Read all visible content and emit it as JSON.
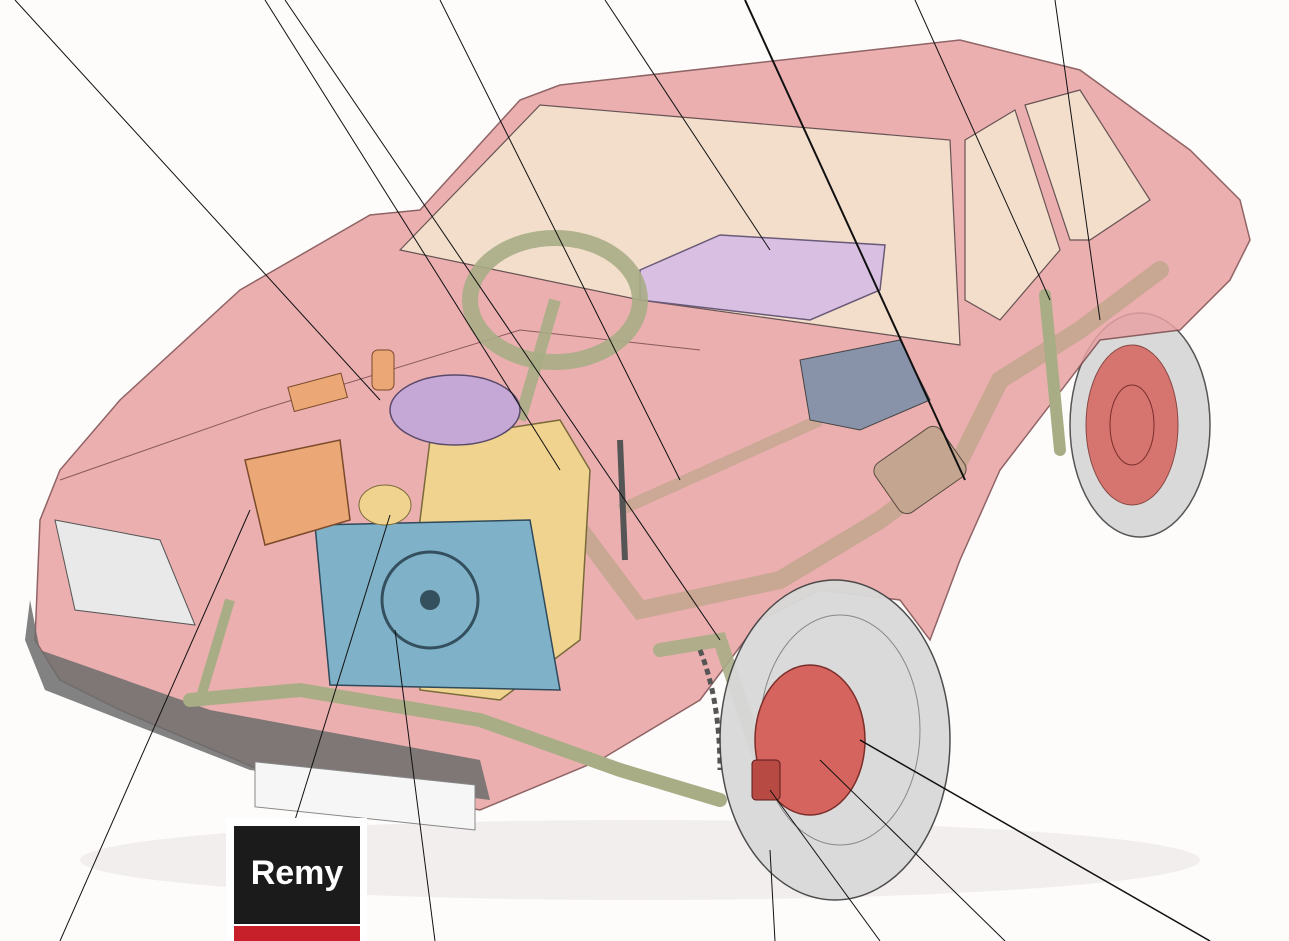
{
  "brand": {
    "logo_text": "Remy"
  },
  "colors": {
    "body": "#e8a2a4",
    "body_dark": "#c9797d",
    "glass": "#f3e4cf",
    "radiator": "#7fb1c8",
    "engine": "#efd38f",
    "air_filter": "#c6a8d6",
    "fuel_tank": "#d9c0e3",
    "battery": "#eba775",
    "steering": "#a9ad86",
    "exhaust": "#c4a690",
    "brake_disc": "#d6645e",
    "tire": "#d9d9d9",
    "logo_bg": "#1b1b1b",
    "logo_stripe": "#c8202a"
  },
  "components": [
    "car-body",
    "windshield",
    "steering-wheel",
    "fuel-tank",
    "battery",
    "ignition-coil",
    "air-filter",
    "engine-block",
    "radiator",
    "fan",
    "alternator",
    "gearbox",
    "prop-shaft",
    "exhaust-pipe",
    "muffler",
    "rear-shock-absorber",
    "rear-brake-drum",
    "front-suspension",
    "front-brake-disc",
    "brake-caliper",
    "front-tire",
    "steering-rack",
    "headlight"
  ]
}
